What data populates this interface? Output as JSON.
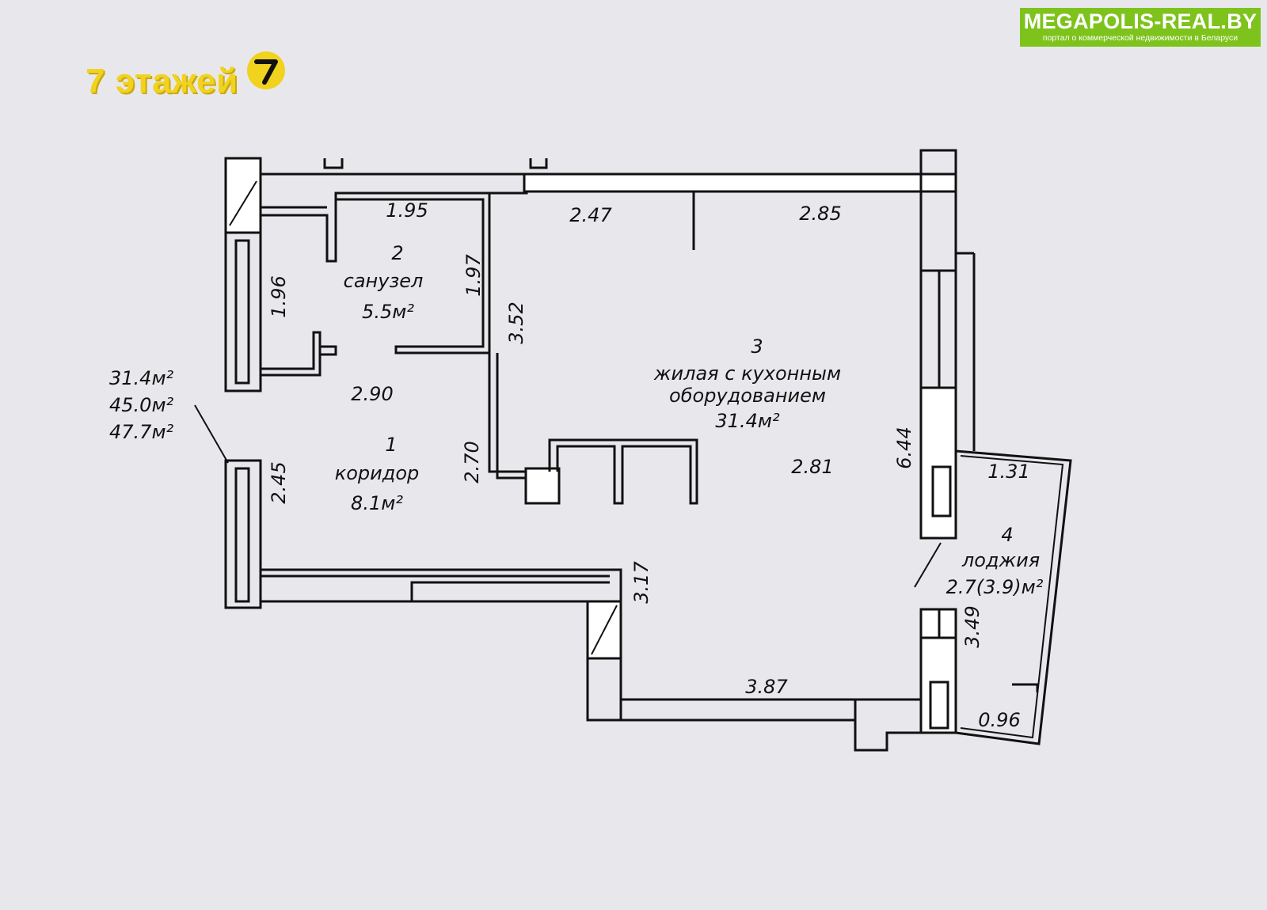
{
  "badge": {
    "text": "7 этажей",
    "icon": "number-7-circle-icon"
  },
  "logo": {
    "title": "MEGAPOLIS-REAL.BY",
    "subtitle": "портал о коммерческой недвижимости в Беларуси"
  },
  "colors": {
    "badge": "#f1d21f",
    "logo_bg": "#7dc31c",
    "paper": "#e8e8ec",
    "walls": "#111111"
  },
  "areas": {
    "living": "31.4м²",
    "total": "45.0м²",
    "total_with_loggia": "47.7м²"
  },
  "rooms": [
    {
      "number": "1",
      "name": "коридор",
      "area": "8.1м²"
    },
    {
      "number": "2",
      "name": "санузел",
      "area": "5.5м²"
    },
    {
      "number": "3",
      "name_line1": "жилая с кухонным",
      "name_line2": "оборудованием",
      "area": "31.4м²"
    },
    {
      "number": "4",
      "name": "лоджия",
      "area": "2.7(3.9)м²"
    }
  ],
  "dimensions": {
    "bath_top": "1.95",
    "bath_left": "1.96",
    "bath_right": "1.97",
    "corridor_width": "2.90",
    "corridor_left": "2.45",
    "corridor_right": "2.70",
    "living_top_left": "2.47",
    "living_top_right": "2.85",
    "living_left": "3.52",
    "living_mid": "2.81",
    "living_right": "6.44",
    "living_bottom": "3.87",
    "living_step": "3.17",
    "loggia_top": "1.31",
    "loggia_side": "3.49",
    "loggia_bottom": "0.96"
  }
}
